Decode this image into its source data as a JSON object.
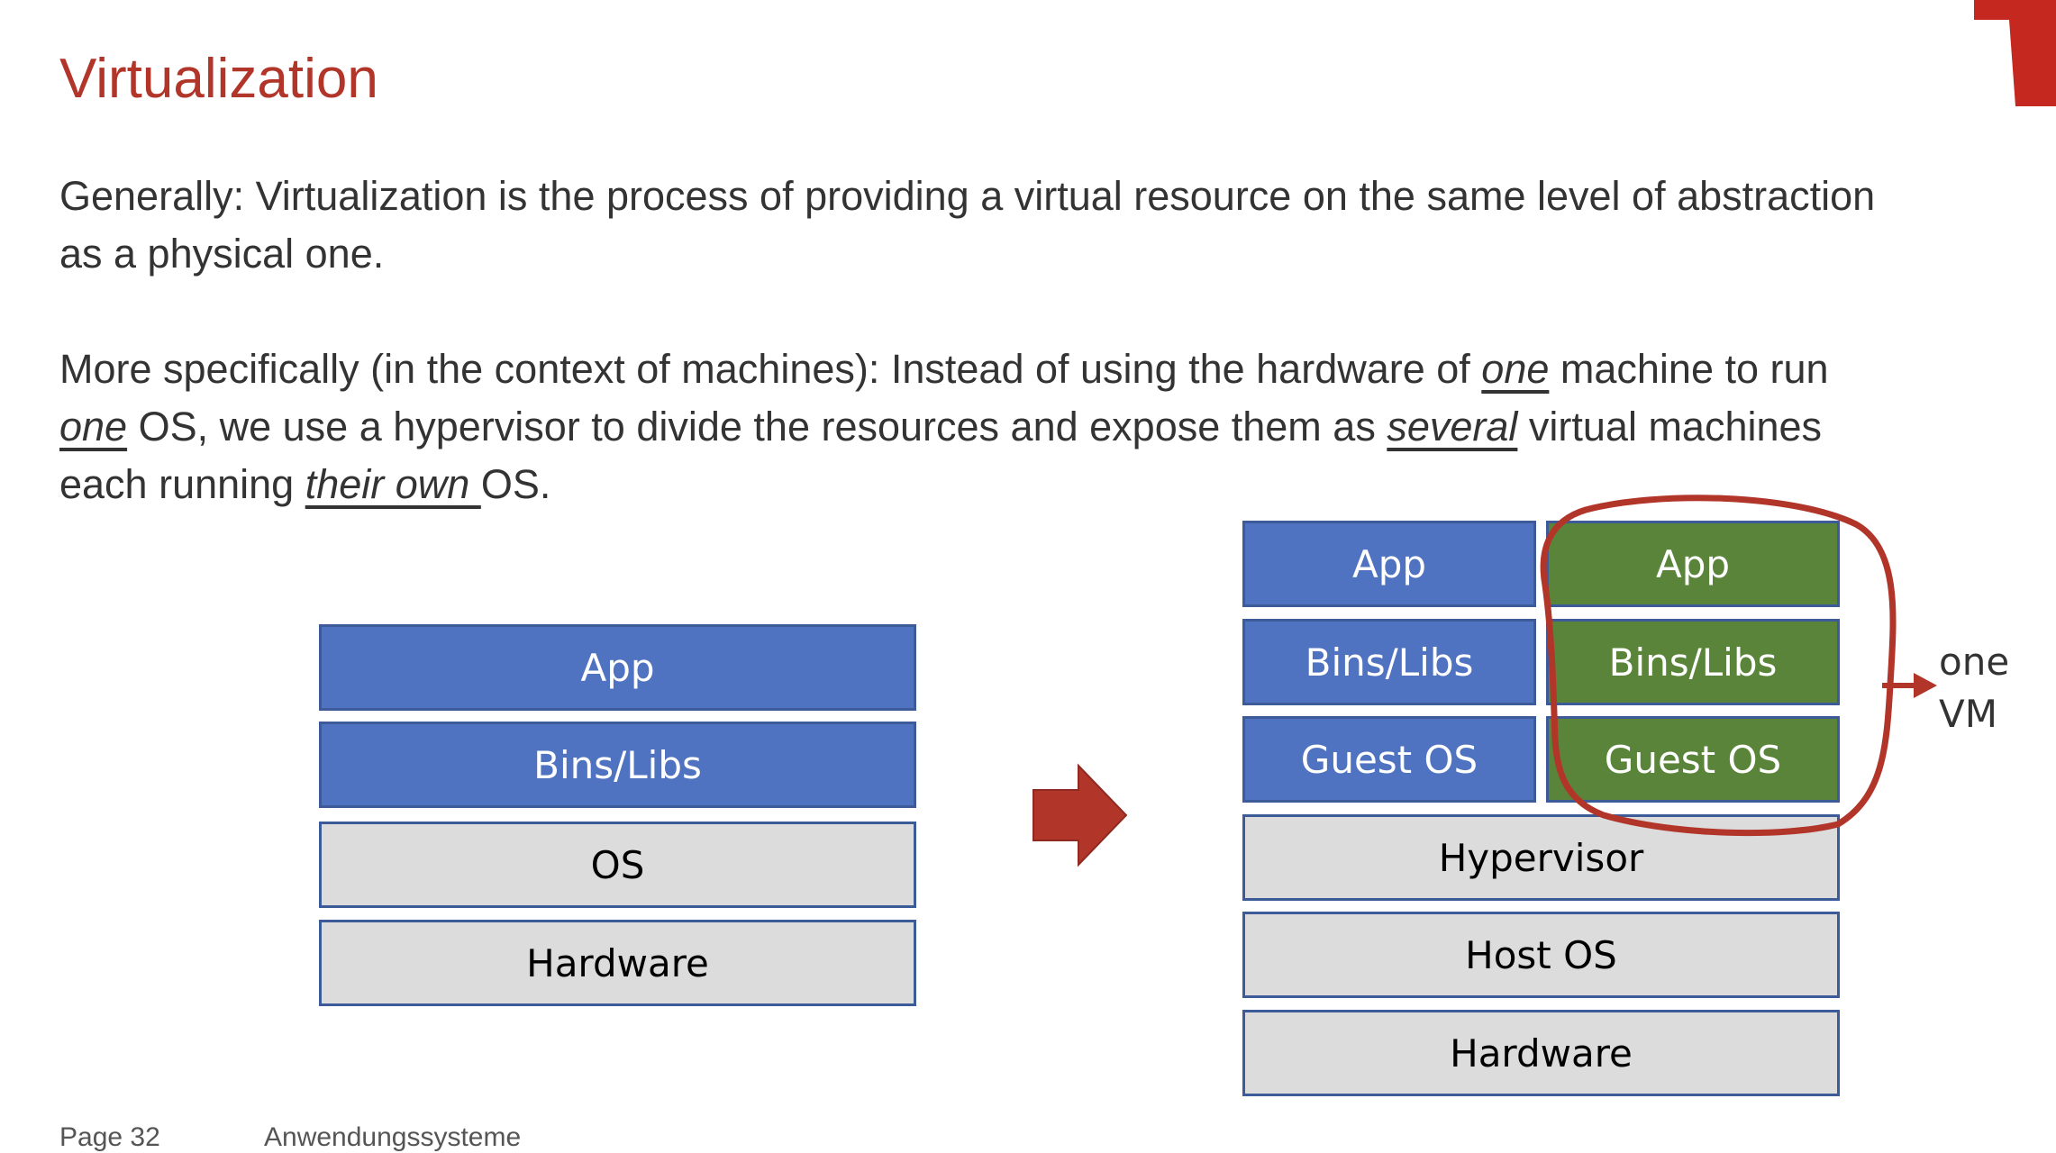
{
  "slide": {
    "title": "Virtualization",
    "para1": "Generally: Virtualization is the process of providing a virtual resource on the same level of abstraction as a physical one.",
    "para2": {
      "p1": "More specifically (in the context of machines): Instead of using the hardware of ",
      "em1": "one",
      "p2": " machine to run ",
      "em2": "one",
      "p3": " OS, we use a hypervisor to divide the resources and expose them as ",
      "em3": "several",
      "p4": " virtual machines each running ",
      "em4": "their own ",
      "p5": "OS."
    },
    "footer": {
      "page": "Page 32",
      "course": "Anwendungssysteme"
    }
  },
  "left_stack": [
    "App",
    "Bins/Libs",
    "OS",
    "Hardware"
  ],
  "right_stack": {
    "vm_a": [
      "App",
      "Bins/Libs",
      "Guest OS"
    ],
    "vm_b": [
      "App",
      "Bins/Libs",
      "Guest OS"
    ],
    "shared": [
      "Hypervisor",
      "Host OS",
      "Hardware"
    ]
  },
  "annotation": {
    "line1": "one",
    "line2": "VM"
  },
  "colors": {
    "accent_red": "#b2352a",
    "app_blue": "#4f72c1",
    "vm_green": "#5a843a",
    "infra_gray": "#dcdcdc"
  }
}
